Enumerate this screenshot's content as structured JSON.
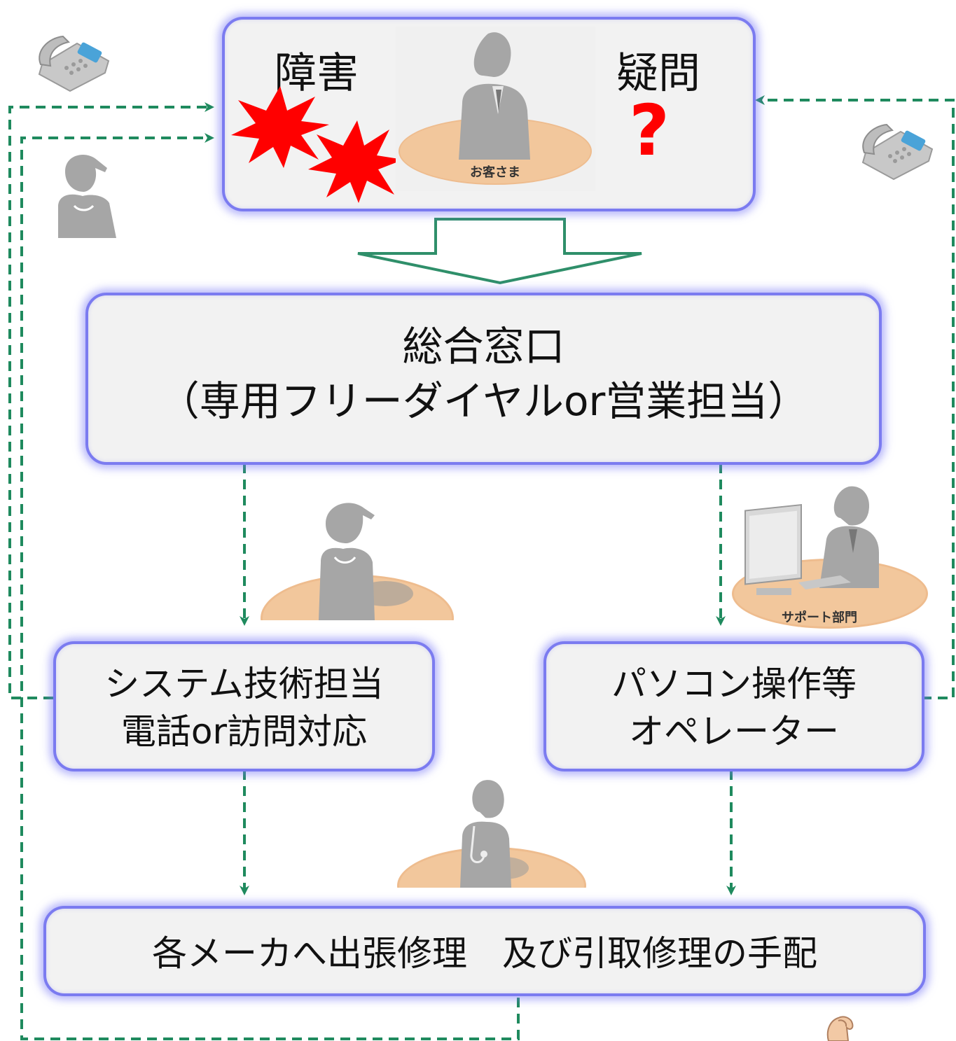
{
  "customer": {
    "left_label": "障害",
    "right_label": "疑問",
    "question_mark": "?",
    "person_label": "お客さま"
  },
  "general_window": {
    "line1": "総合窓口",
    "line2": "（専用フリーダイヤルor営業担当）"
  },
  "system_tech": {
    "line1": "システム技術担当",
    "line2": "電話or訪問対応"
  },
  "pc_operator": {
    "line1": "パソコン操作等",
    "line2": "オペレーター"
  },
  "support_label": "サポート部門",
  "repair": {
    "label": "各メーカへ出張修理　及び引取修理の手配"
  },
  "colors": {
    "box_border": "#7b7bf0",
    "box_fill": "#f2f2f2",
    "connector": "#1f8a5e",
    "alert": "#ff0000",
    "desk": "#eebc8e",
    "figure": "#a6a6a6"
  },
  "icons": [
    "phone-icon",
    "worker-icon",
    "customer-icon",
    "engineer-icon",
    "operator-icon",
    "doctor-icon",
    "hand-icon",
    "burst-icon"
  ]
}
